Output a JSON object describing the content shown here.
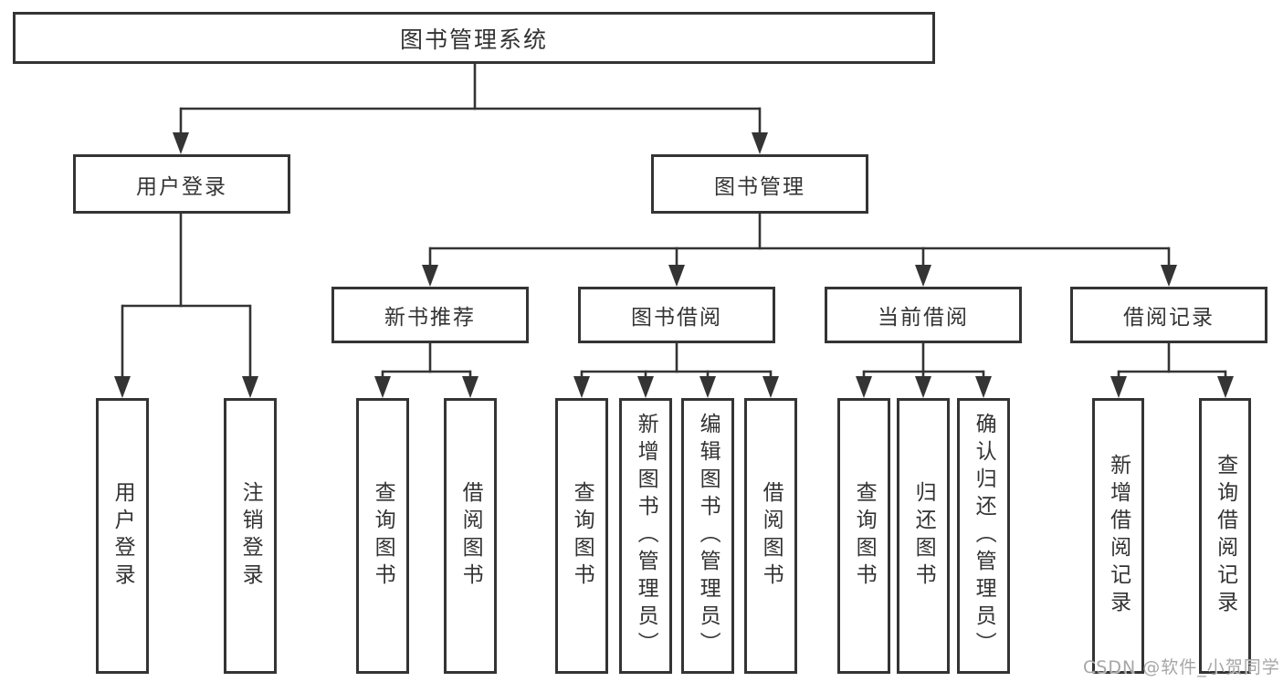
{
  "diagram": {
    "type": "hierarchy-tree",
    "colors": {
      "line": "#343434",
      "box_border": "#343434",
      "text": "#333333",
      "background": "#ffffff",
      "watermark": "#9e9e9e"
    }
  },
  "tree": {
    "label": "图书管理系统",
    "children": [
      {
        "label": "用户登录",
        "children": [
          {
            "label": "用户登录"
          },
          {
            "label": "注销登录"
          }
        ]
      },
      {
        "label": "图书管理",
        "children": [
          {
            "label": "新书推荐",
            "children": [
              {
                "label": "查询图书"
              },
              {
                "label": "借阅图书"
              }
            ]
          },
          {
            "label": "图书借阅",
            "children": [
              {
                "label": "查询图书"
              },
              {
                "label": "新增图书（管理员）"
              },
              {
                "label": "编辑图书（管理员）"
              },
              {
                "label": "借阅图书"
              }
            ]
          },
          {
            "label": "当前借阅",
            "children": [
              {
                "label": "查询图书"
              },
              {
                "label": "归还图书"
              },
              {
                "label": "确认归还（管理员）"
              }
            ]
          },
          {
            "label": "借阅记录",
            "children": [
              {
                "label": "新增借阅记录"
              },
              {
                "label": "查询借阅记录"
              }
            ]
          }
        ]
      }
    ]
  },
  "watermark": {
    "text": "CSDN @软件_小贺同学"
  }
}
